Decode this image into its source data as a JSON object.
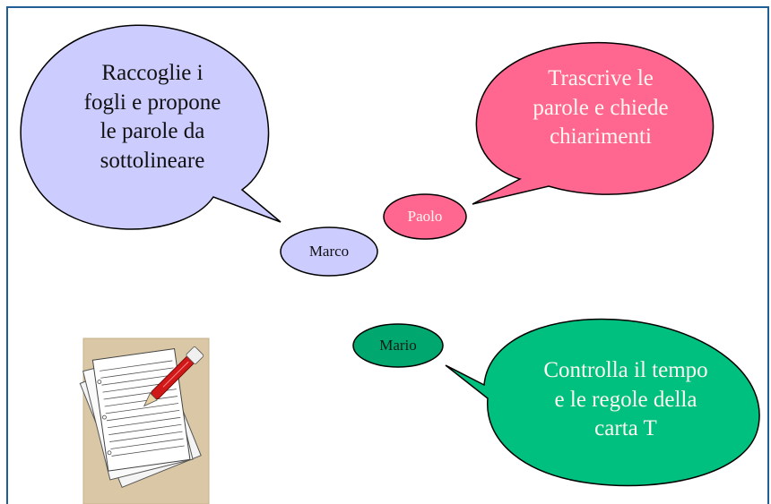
{
  "bubbles": {
    "marco_speech": {
      "lines": [
        "Raccoglie i",
        "fogli e propone",
        "le parole da",
        "sottolineare"
      ],
      "fill": "#ccccff"
    },
    "paolo_speech": {
      "lines": [
        "Trascrive le",
        "parole e chiede",
        "chiarimenti"
      ],
      "fill": "#ff6690"
    },
    "mario_speech": {
      "lines": [
        "Controlla il tempo",
        "e le regole della",
        "carta T"
      ],
      "fill": "#00c080"
    }
  },
  "names": {
    "marco": "Marco",
    "paolo": "Paolo",
    "mario": "Mario"
  },
  "colors": {
    "frame": "#1f5f95",
    "outline": "#000000"
  },
  "icons": {
    "papers": "papers-and-pen-icon"
  }
}
